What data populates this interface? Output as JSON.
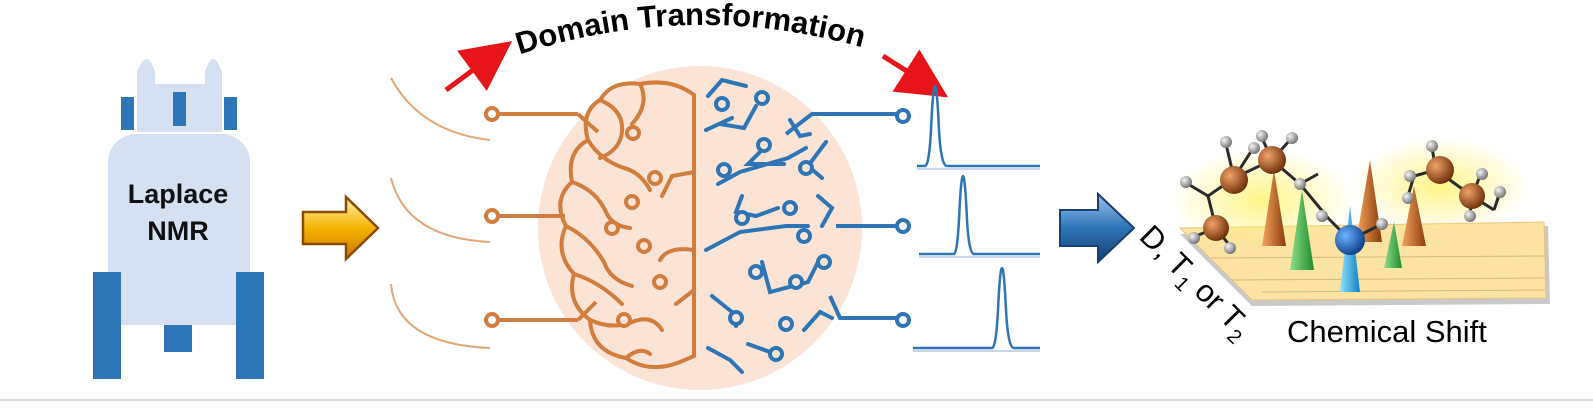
{
  "instrument": {
    "label_line1": "Laplace",
    "label_line2": "NMR",
    "color_body": "#d6e0f3",
    "color_accent": "#2e75b6"
  },
  "transform": {
    "title": "Domain Transformation",
    "arrow_color": "#e8141b"
  },
  "network": {
    "brain_left_color": "#d17d3e",
    "brain_right_color": "#2e75b6",
    "halo_color": "#fbe4d6"
  },
  "spectrum": {
    "axis_y_label_parts": [
      "D, T",
      "1",
      " or T",
      "2"
    ],
    "axis_x_label": "Chemical Shift",
    "plane_color": "#fbe3a4"
  },
  "colors": {
    "decay_curve": "#e3a77a",
    "peak_line": "#2e75b6",
    "arrow1_fill": "#f5b400",
    "arrow2_fill": "#2e75b6"
  },
  "icons": {
    "input_arrow": "block-right-arrow-icon",
    "output_arrow": "block-right-arrow-icon",
    "molecule": "molecule-model-icon"
  }
}
